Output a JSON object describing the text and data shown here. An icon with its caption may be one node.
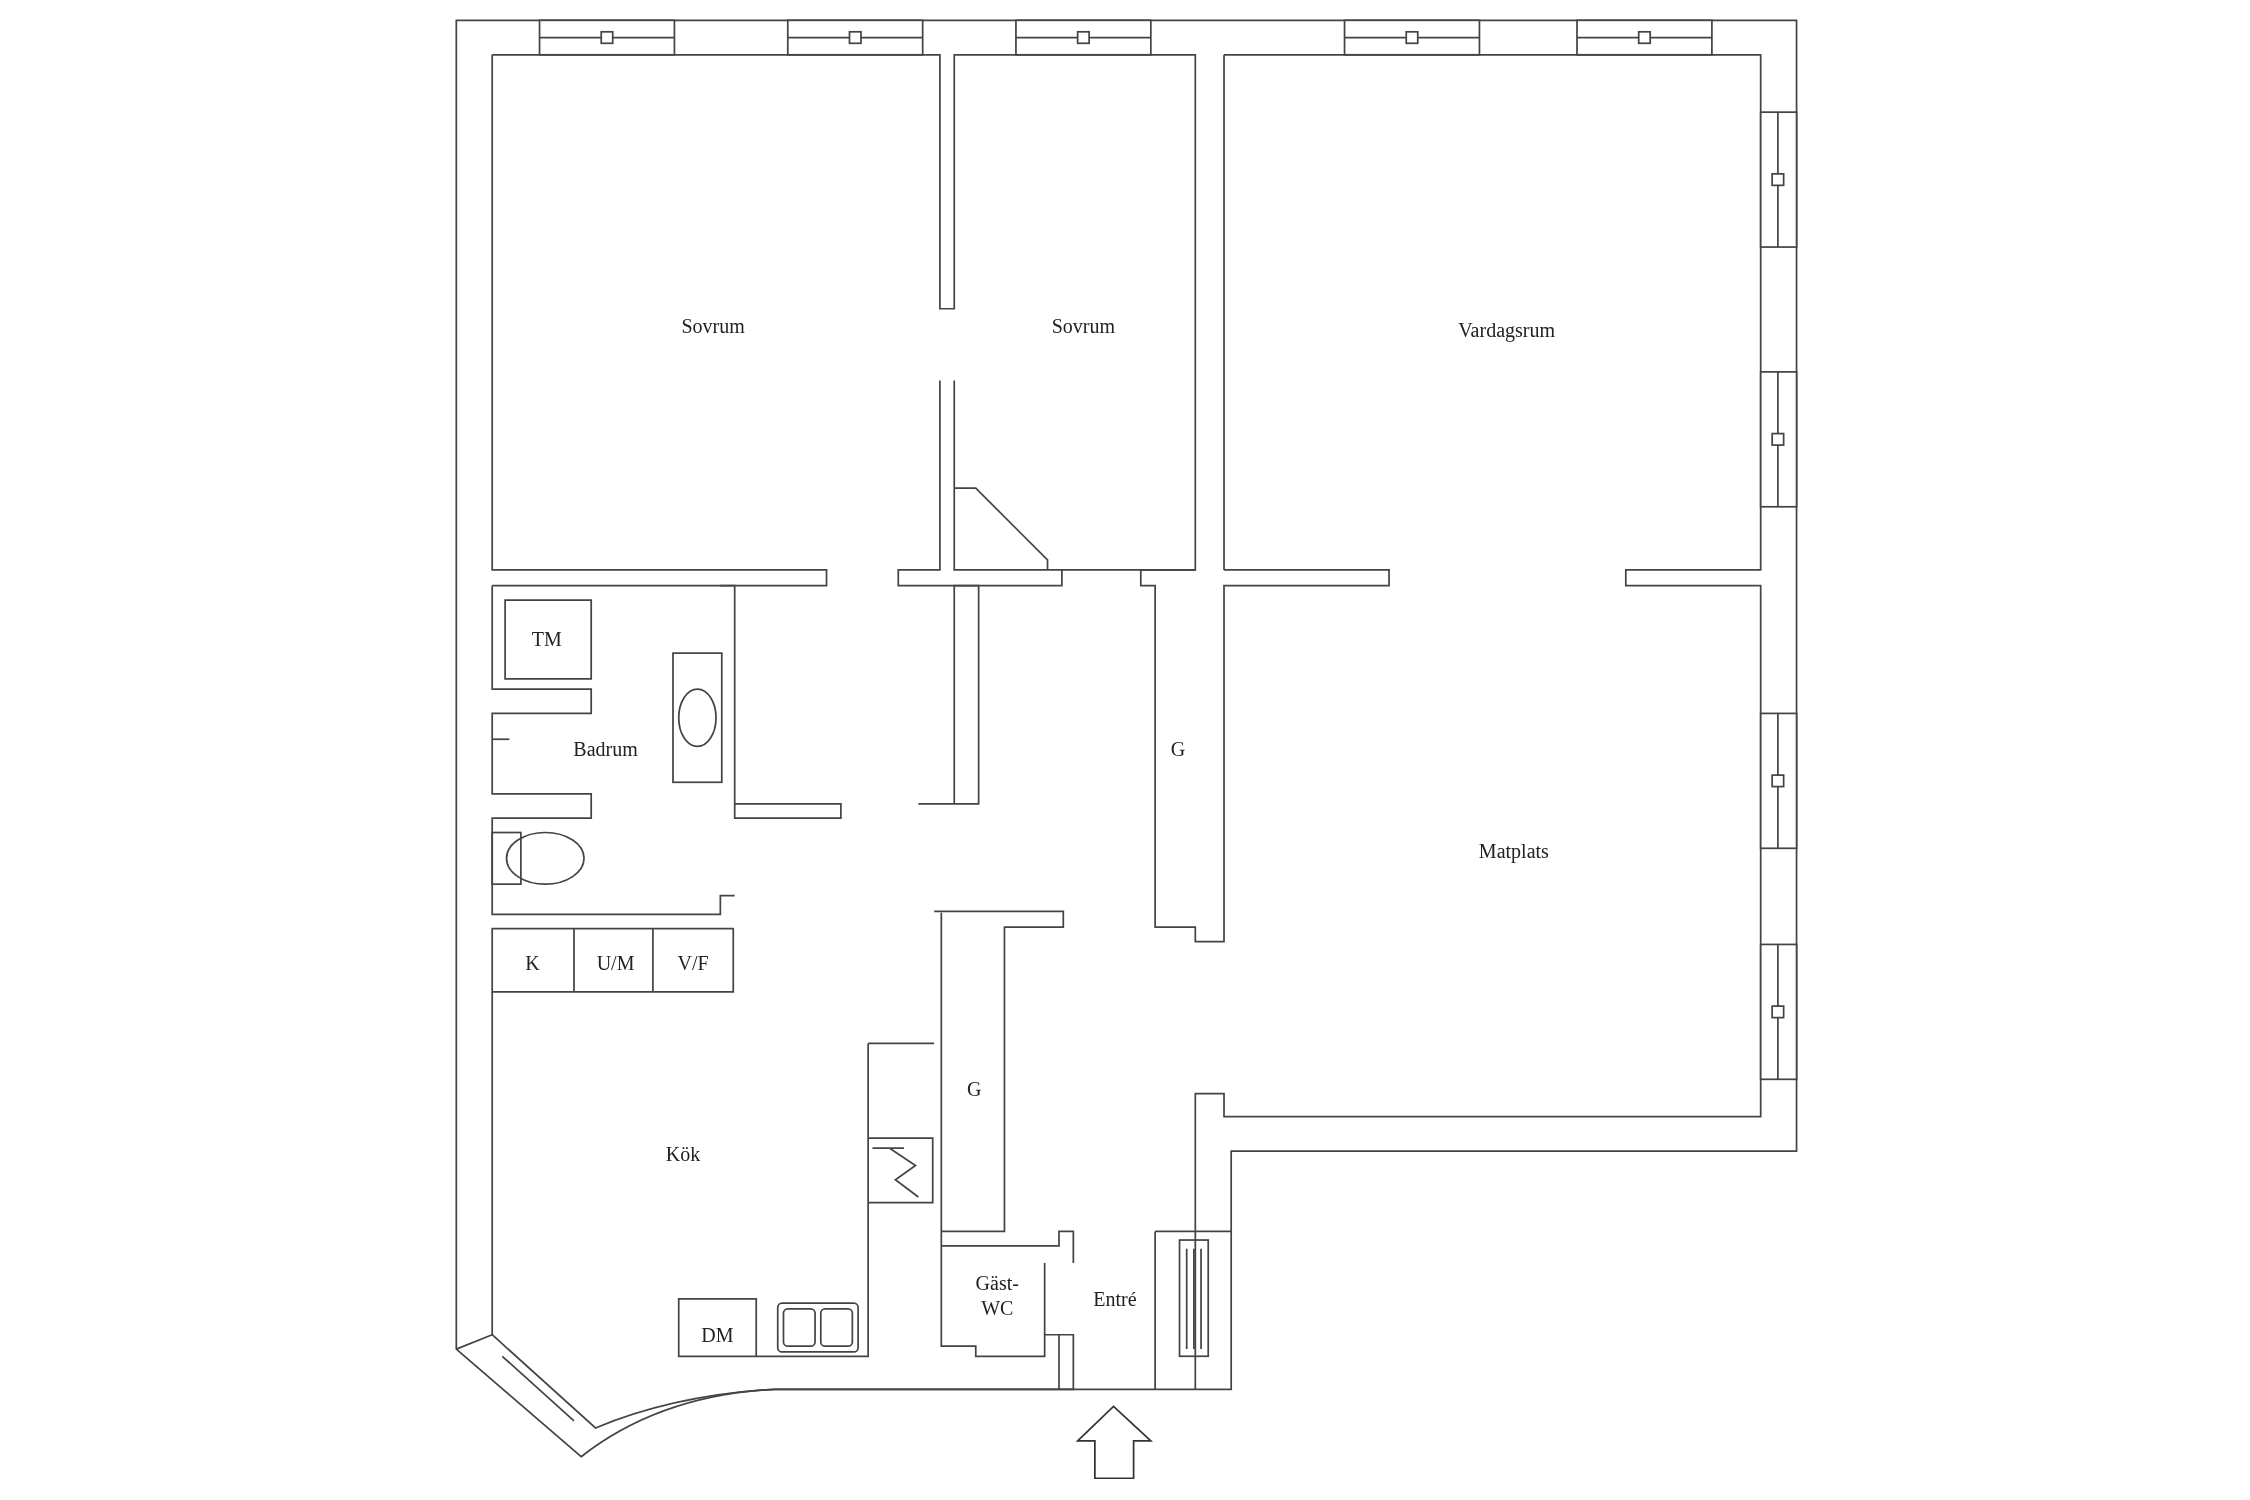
{
  "diagram": {
    "labels": [
      "Sovrum",
      "Sovrum",
      "Vardagsrum",
      "TM",
      "Badrum",
      "G",
      "Matplats",
      "K",
      "U/M",
      "V/F",
      "G",
      "Kök",
      "Gäst-WC",
      "Entré",
      "DM"
    ]
  }
}
